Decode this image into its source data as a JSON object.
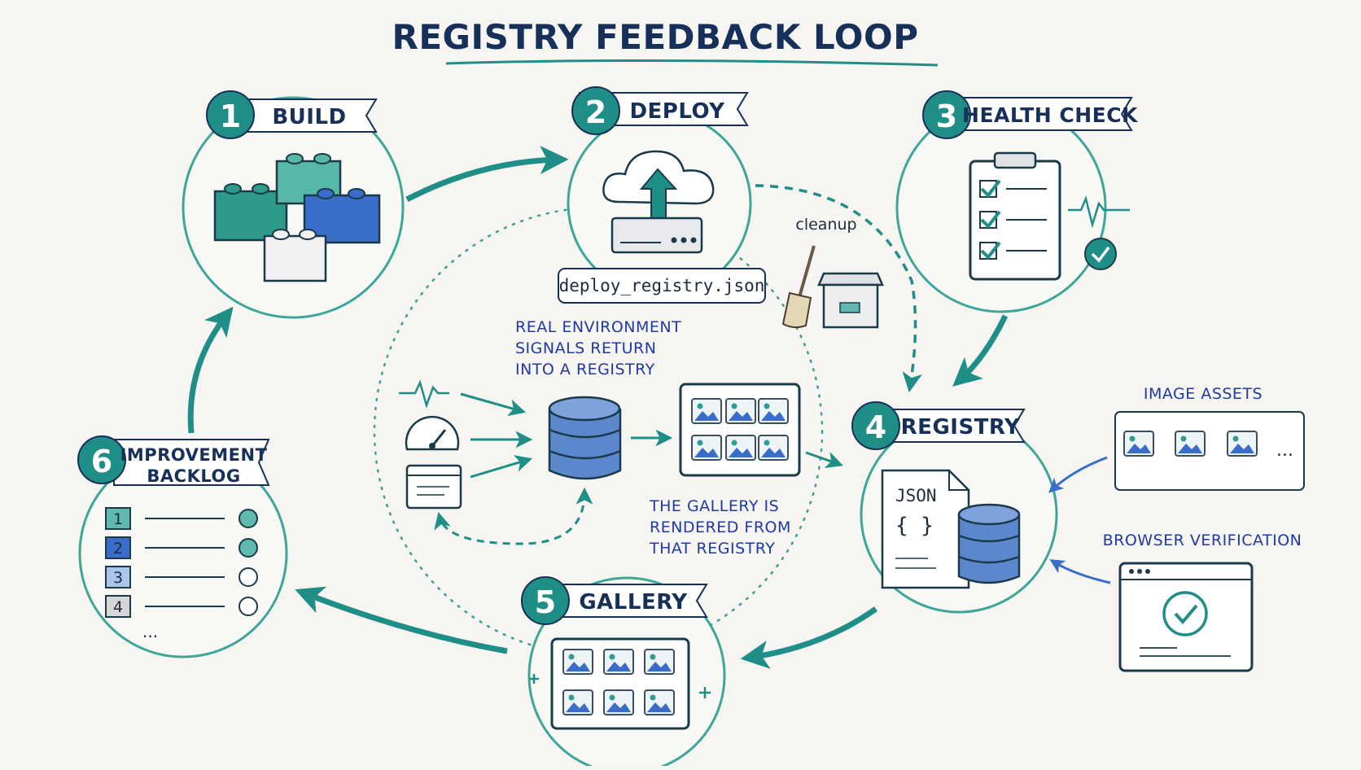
{
  "title": "REGISTRY FEEDBACK LOOP",
  "colors": {
    "teal": "#1f8e86",
    "dark_teal": "#1b7a74",
    "navy": "#16305a",
    "blue": "#3a6cc9",
    "light_teal": "#5fb9ae",
    "paper": "#f6f5f1"
  },
  "stages": [
    {
      "number": "1",
      "label": "BUILD",
      "icon": "building-blocks-icon"
    },
    {
      "number": "2",
      "label": "DEPLOY",
      "icon": "cloud-upload-server-icon"
    },
    {
      "number": "3",
      "label": "HEALTH CHECK",
      "icon": "checklist-clipboard-icon"
    },
    {
      "number": "4",
      "label": "REGISTRY",
      "icon": "json-database-icon"
    },
    {
      "number": "5",
      "label": "GALLERY",
      "icon": "image-gallery-icon"
    },
    {
      "number": "6",
      "label": "IMPROVEMENT BACKLOG",
      "label_line1": "IMPROVEMENT",
      "label_line2": "BACKLOG",
      "icon": "backlog-list-icon"
    }
  ],
  "deploy_file": "deploy_registry.json",
  "cleanup_label": "cleanup",
  "center": {
    "signals_note": [
      "REAL ENVIRONMENT",
      "SIGNALS RETURN",
      "INTO A REGISTRY"
    ],
    "gallery_note": [
      "THE GALLERY IS",
      "RENDERED FROM",
      "THAT REGISTRY"
    ]
  },
  "registry_json_label": "JSON",
  "registry_json_braces": "{ }",
  "inputs": {
    "image_assets_label": "IMAGE ASSETS",
    "image_assets_more": "...",
    "browser_verification_label": "BROWSER VERIFICATION"
  },
  "backlog": {
    "items": [
      {
        "number": "1",
        "color": "#5fb9ae",
        "done": true
      },
      {
        "number": "2",
        "color": "#3a6cc9",
        "done": true
      },
      {
        "number": "3",
        "color": "#a9c6ea",
        "done": false
      },
      {
        "number": "4",
        "color": "#d6d6d6",
        "done": false
      }
    ],
    "more": "..."
  }
}
